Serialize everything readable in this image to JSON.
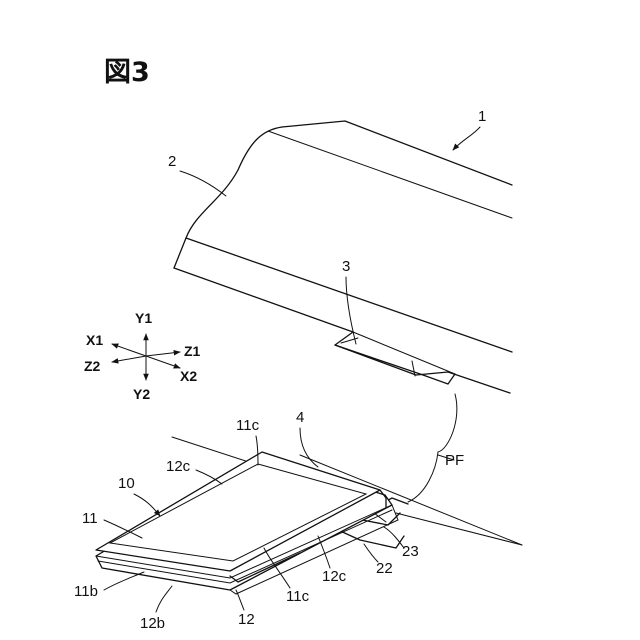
{
  "figure_title": "図3",
  "labels": {
    "l1": "1",
    "l2": "2",
    "l3": "3",
    "l4": "4",
    "l10": "10",
    "l11": "11",
    "l11b": "11b",
    "l11c_top": "11c",
    "l11c_bottom": "11c",
    "l12": "12",
    "l12b": "12b",
    "l12c_top": "12c",
    "l12c_bottom": "12c",
    "l22": "22",
    "l23": "23",
    "pf": "PF"
  },
  "axes": {
    "y1": "Y1",
    "y2": "Y2",
    "x1": "X1",
    "x2": "X2",
    "z1": "Z1",
    "z2": "Z2"
  }
}
